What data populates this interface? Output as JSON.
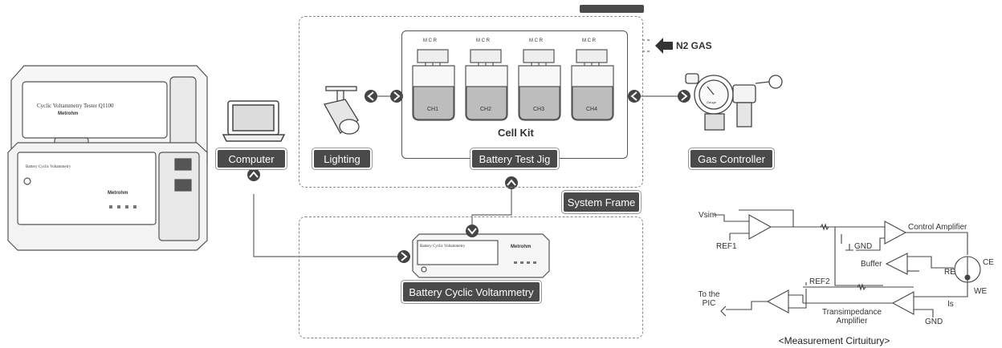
{
  "labels": {
    "computer": "Computer",
    "lighting": "Lighting",
    "battery_test_jig": "Battery Test Jig",
    "gas_controller": "Gas Controller",
    "system_frame": "System Frame",
    "battery_cyclic_voltammetry": "Battery Cyclic Voltammetry",
    "cell_kit": "Cell Kit",
    "n2_gas": "N2 GAS"
  },
  "cells": [
    {
      "label": "CH1",
      "pins": "M C R"
    },
    {
      "label": "CH2",
      "pins": "M C R"
    },
    {
      "label": "CH3",
      "pins": "M C R"
    },
    {
      "label": "CH4",
      "pins": "M C R"
    }
  ],
  "device": {
    "tester_label": "Cyclic Voltammetry Tester Q1100",
    "brand": "Metrohm",
    "lower_label": "Battery Cyclic Voltammetry",
    "cv_unit_label": "Battery Cyclic Voltammetry",
    "cv_unit_brand": "Metrohm",
    "gauge_label": "Gauge"
  },
  "circuit": {
    "title": "<Measurement Cirtuitury>",
    "vsim": "Vsim",
    "ref1": "REF1",
    "ref2": "REF2",
    "gnd1": "GND",
    "gnd2": "GND",
    "control_amplifier": "Control Amplifier",
    "buffer": "Buffer",
    "ce": "CE",
    "re": "RE",
    "we": "WE",
    "is": "Is",
    "to_the_pic": "To the PIC",
    "transimpedance": "Transimpedance Amplifier"
  }
}
